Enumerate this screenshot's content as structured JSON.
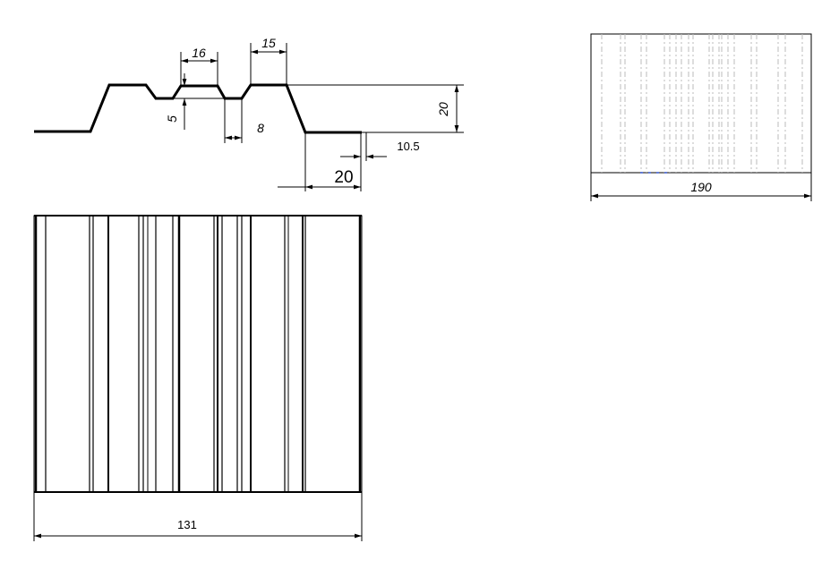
{
  "drawing": {
    "profile": {
      "dim_top_rib": "16",
      "dim_top_flat": "15",
      "dim_height": "20",
      "dim_small_depth": "5",
      "dim_valley": "8",
      "dim_thickness": "10.5",
      "dim_flange": "20"
    },
    "front_view": {
      "dim_width": "131"
    },
    "side_view": {
      "dim_length": "190"
    }
  }
}
